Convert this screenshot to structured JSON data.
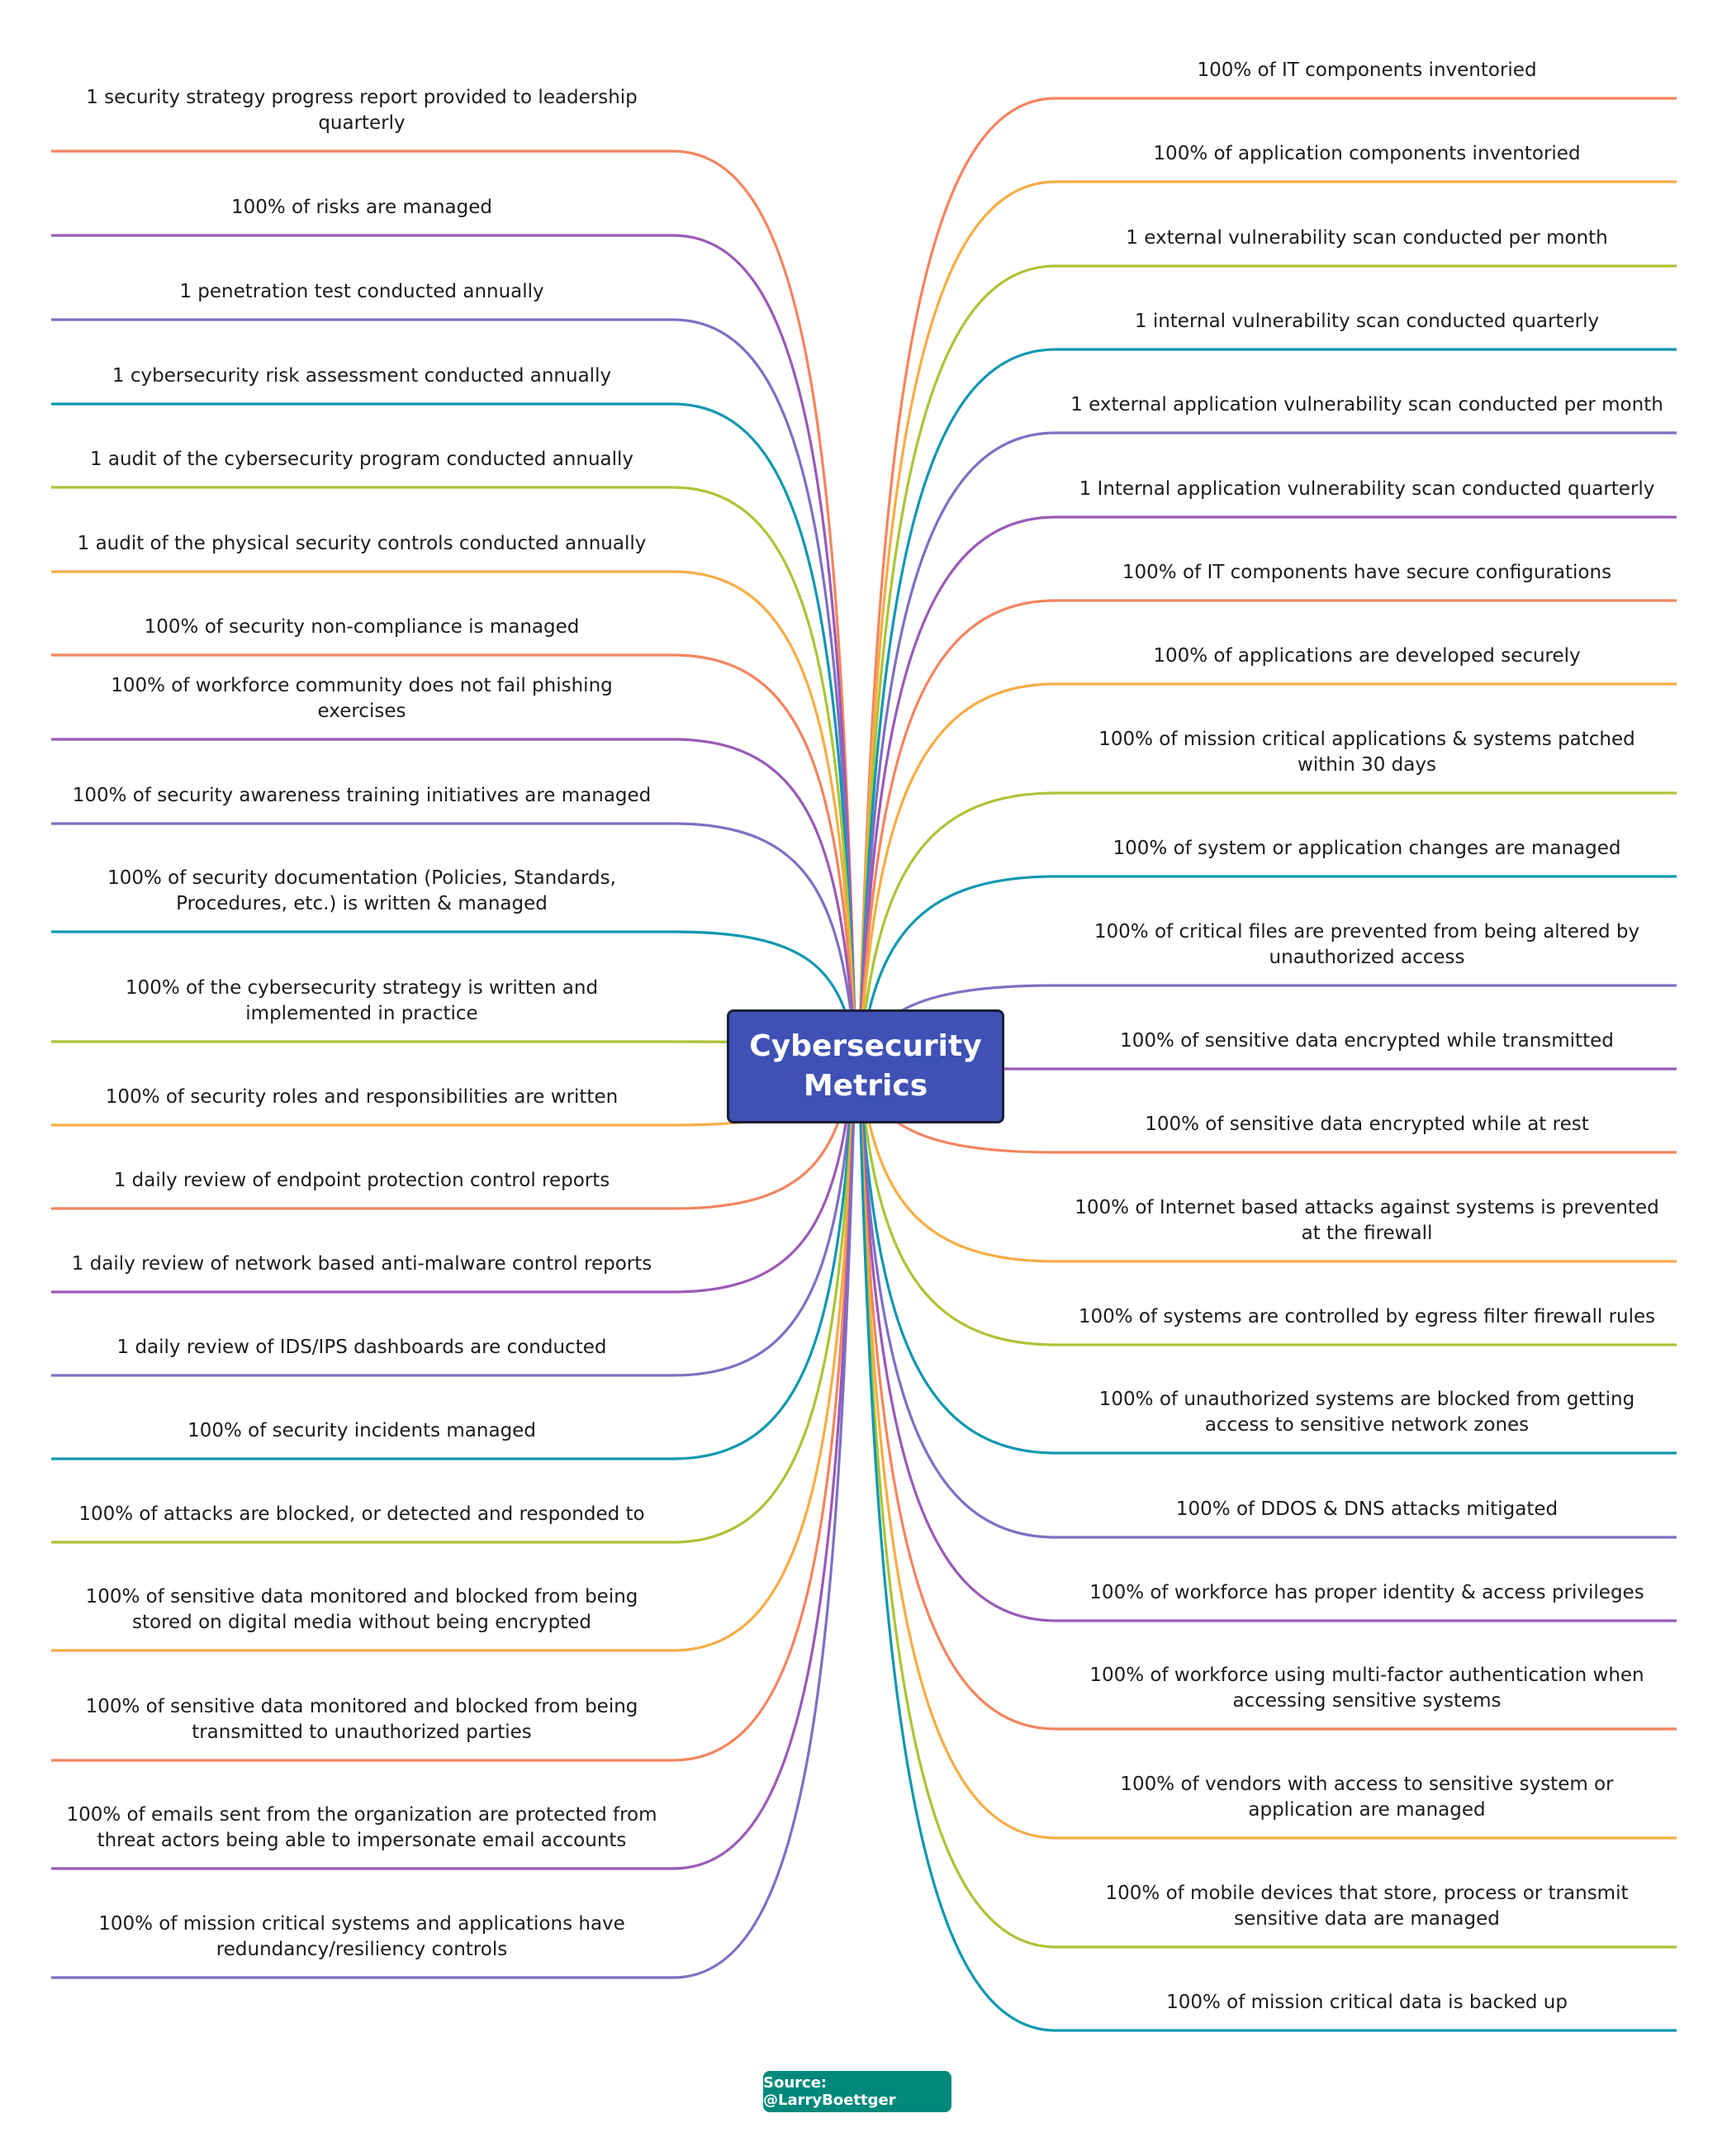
{
  "central": {
    "line1": "Cybersecurity",
    "line2": "Metrics",
    "fill": "#3f51b5"
  },
  "source": {
    "label": "Source: @LarryBoettger",
    "fill": "#00897b"
  },
  "palette": {
    "orange": "#f4845f",
    "purple": "#9b59b6",
    "indigo": "#7e6fc4",
    "teal": "#0f97b0",
    "lime": "#a8c536",
    "amber": "#f7ac45"
  },
  "left": [
    {
      "text": "1 security strategy progress report provided to leadership quarterly",
      "color": "orange"
    },
    {
      "text": "100% of risks are managed",
      "color": "purple"
    },
    {
      "text": "1 penetration test conducted annually",
      "color": "indigo"
    },
    {
      "text": "1 cybersecurity risk assessment conducted annually",
      "color": "teal"
    },
    {
      "text": "1 audit of the cybersecurity program conducted annually",
      "color": "lime"
    },
    {
      "text": "1 audit of the physical security controls conducted annually",
      "color": "amber"
    },
    {
      "text": "100% of security non-compliance is managed",
      "color": "orange"
    },
    {
      "text": "100% of workforce community does not fail phishing exercises",
      "color": "purple"
    },
    {
      "text": "100% of security awareness training initiatives are managed",
      "color": "indigo"
    },
    {
      "text": "100% of security documentation (Policies, Standards, Procedures, etc.) is written & managed",
      "color": "teal"
    },
    {
      "text": "100% of the cybersecurity strategy is written and implemented in practice",
      "color": "lime"
    },
    {
      "text": "100% of security roles and responsibilities are written",
      "color": "amber"
    },
    {
      "text": "1 daily review of endpoint protection control reports",
      "color": "orange"
    },
    {
      "text": "1 daily review of network based anti-malware control reports",
      "color": "purple"
    },
    {
      "text": "1 daily review of IDS/IPS dashboards are conducted",
      "color": "indigo"
    },
    {
      "text": "100% of security incidents managed",
      "color": "teal"
    },
    {
      "text": "100% of attacks are blocked, or detected and responded to",
      "color": "lime"
    },
    {
      "text": "100% of sensitive data monitored and blocked from being stored on digital media without being encrypted",
      "color": "amber"
    },
    {
      "text": "100% of sensitive data monitored and blocked from being transmitted to unauthorized parties",
      "color": "orange"
    },
    {
      "text": "100% of emails sent from the organization are protected from threat actors being able to impersonate email accounts",
      "color": "purple"
    },
    {
      "text": "100% of mission critical systems and applications have redundancy/resiliency controls",
      "color": "indigo"
    }
  ],
  "right": [
    {
      "text": "100% of IT components inventoried",
      "color": "orange"
    },
    {
      "text": "100% of application components inventoried",
      "color": "amber"
    },
    {
      "text": "1 external vulnerability scan conducted per month",
      "color": "lime"
    },
    {
      "text": "1 internal vulnerability scan conducted quarterly",
      "color": "teal"
    },
    {
      "text": "1 external application vulnerability scan conducted per month",
      "color": "indigo"
    },
    {
      "text": "1 Internal application vulnerability scan conducted quarterly",
      "color": "purple"
    },
    {
      "text": "100% of IT components have secure configurations",
      "color": "orange"
    },
    {
      "text": "100% of applications are developed securely",
      "color": "amber"
    },
    {
      "text": "100% of mission critical applications & systems patched within 30 days",
      "color": "lime"
    },
    {
      "text": "100% of system or application changes are managed",
      "color": "teal"
    },
    {
      "text": "100% of critical files are prevented from being altered by unauthorized access",
      "color": "indigo"
    },
    {
      "text": "100% of sensitive data encrypted while transmitted",
      "color": "purple"
    },
    {
      "text": "100% of sensitive data encrypted while at rest",
      "color": "orange"
    },
    {
      "text": "100% of Internet based attacks against systems is prevented at the firewall",
      "color": "amber"
    },
    {
      "text": "100% of systems are controlled by egress filter firewall rules",
      "color": "lime"
    },
    {
      "text": "100% of unauthorized systems are blocked from getting access to sensitive network zones",
      "color": "teal"
    },
    {
      "text": "100% of DDOS & DNS attacks mitigated",
      "color": "indigo"
    },
    {
      "text": "100% of workforce has proper identity & access privileges",
      "color": "purple"
    },
    {
      "text": "100% of workforce using multi-factor authentication when accessing sensitive systems",
      "color": "orange"
    },
    {
      "text": "100% of vendors with access to sensitive system or application are managed",
      "color": "amber"
    },
    {
      "text": "100% of mobile devices that store, process or transmit sensitive data are managed",
      "color": "lime"
    },
    {
      "text": "100% of mission critical data is backed up",
      "color": "teal"
    }
  ]
}
